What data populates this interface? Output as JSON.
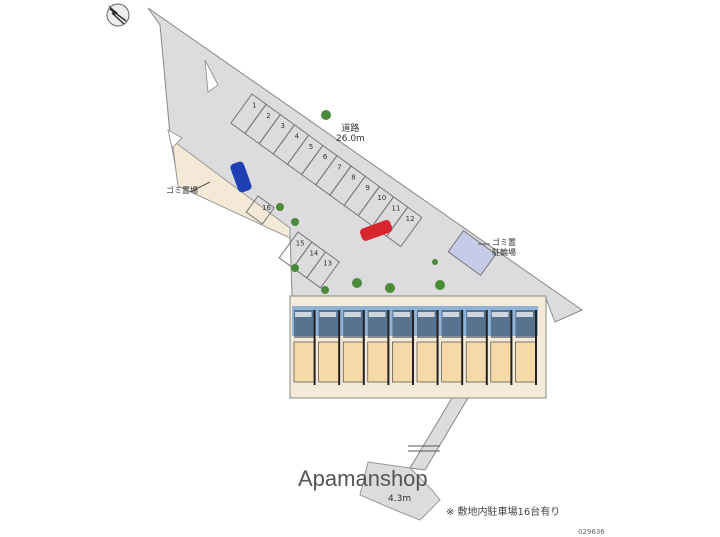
{
  "road_main": {
    "name": "道路",
    "width": "26.0m"
  },
  "road_side": {
    "width": "4.3m"
  },
  "garbage_label": "ゴミ置場",
  "bike_label": {
    "prefix": "ゴミ置",
    "name": "駐輪場"
  },
  "parking_spaces": [
    "1",
    "2",
    "3",
    "4",
    "5",
    "6",
    "7",
    "8",
    "9",
    "10",
    "11",
    "12",
    "13",
    "14",
    "15",
    "16"
  ],
  "units_count": 10,
  "brand": "Apamanshop",
  "note": "※ 敷地内駐車場16台有り",
  "code": "029636",
  "colors": {
    "lot": "#d9d9db",
    "road": "#dedee0",
    "wall": "#f2e6d2",
    "unit_blue": "#8fb3d6",
    "unit_beige": "#f5d9a8",
    "car_red": "#d7262e",
    "car_blue": "#1f3fb5",
    "green": "#4a8a3a"
  }
}
